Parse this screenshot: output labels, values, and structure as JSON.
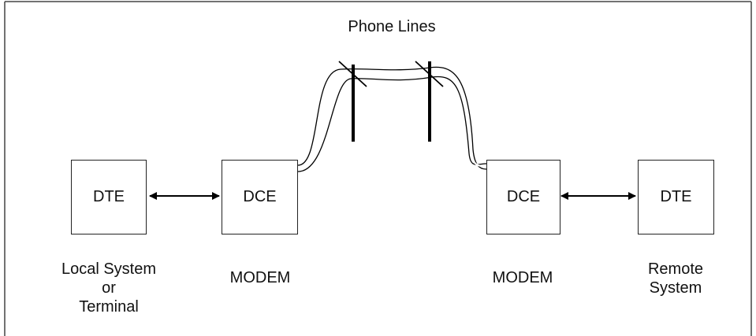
{
  "title": "Phone Lines",
  "nodes": {
    "local_dte": {
      "label": "DTE",
      "caption": [
        "Local System",
        "or",
        "Terminal"
      ]
    },
    "local_dce": {
      "label": "DCE",
      "caption": [
        "MODEM"
      ]
    },
    "remote_dce": {
      "label": "DCE",
      "caption": [
        "MODEM"
      ]
    },
    "remote_dte": {
      "label": "DTE",
      "caption": [
        "Remote",
        "System"
      ]
    }
  },
  "colors": {
    "line": "#000000",
    "border": "#222222",
    "background": "#ffffff"
  }
}
